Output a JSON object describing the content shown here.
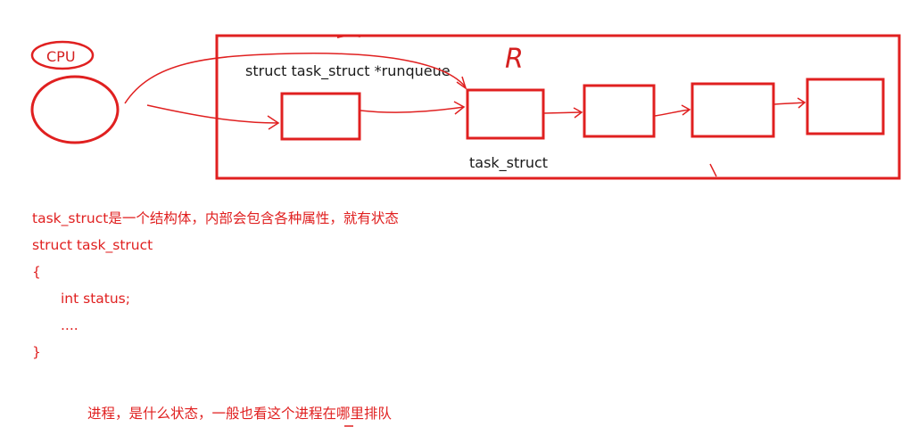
{
  "diagram": {
    "cpu_label": "CPU",
    "r_mark": "R",
    "runqueue_label": "struct task_struct *runqueue",
    "task_struct_label": "task_struct",
    "node_count": 5,
    "stroke_color": "#e02020"
  },
  "notes": {
    "line1": "task_struct是一个结构体，内部会包含各种属性，就有状态",
    "line2": "struct task_struct",
    "line3": "{",
    "line4": "int status;",
    "line5": "....",
    "line6": "}",
    "footer": "进程，是什么状态，一般也看这个进程在哪里排队"
  }
}
